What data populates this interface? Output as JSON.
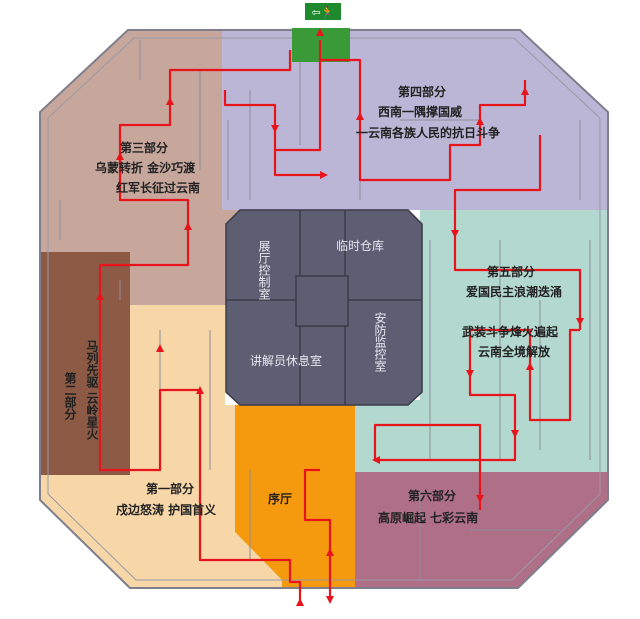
{
  "colors": {
    "section1": "#f7d7a8",
    "section2": "#8c5a45",
    "section3": "#c7a79c",
    "section4": "#bcb6d6",
    "section5": "#b3d8cf",
    "section6": "#ae6f87",
    "lobby": "#f59a0e",
    "core": "#5d5e72",
    "exit": "#3a9a38",
    "route": "#e8141c"
  },
  "exit_sign": "⇦🏃",
  "sections": {
    "s1": {
      "title": "第一部分",
      "subtitle": "戍边怒涛 护国首义"
    },
    "s2": {
      "title": "第二部分",
      "subtitle": "马列先驱 云岭星火"
    },
    "s3": {
      "title": "第三部分",
      "line1": "乌蒙转折 金沙巧渡",
      "line2": "红军长征过云南"
    },
    "s4": {
      "title": "第四部分",
      "line1": "西南一隅撑国威",
      "line2": "一云南各族人民的抗日斗争"
    },
    "s5": {
      "title": "第五部分",
      "line1": "爱国民主浪潮迭涌",
      "line2": "武装斗争烽火遍起",
      "line3": "云南全境解放"
    },
    "s6": {
      "title": "第六部分",
      "subtitle": "高原崛起 七彩云南"
    },
    "lobby": {
      "title": "序厅"
    }
  },
  "core_rooms": {
    "control": "展厅控制室",
    "storage": "临时仓库",
    "security": "安防监控室",
    "lounge": "讲解员休息室"
  }
}
